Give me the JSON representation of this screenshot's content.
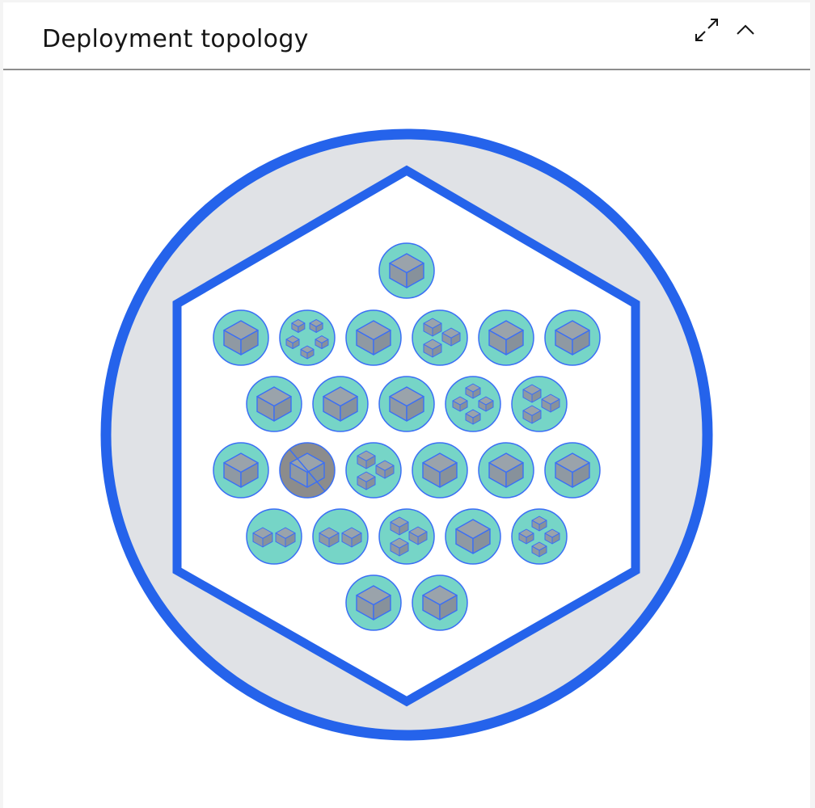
{
  "header": {
    "title": "Deployment topology",
    "expand_icon": "maximize-icon",
    "collapse_icon": "chevron-up-icon"
  },
  "colors": {
    "ring": "#2563eb",
    "ring_fill": "#e0e2e6",
    "hexagon_stroke": "#2563eb",
    "node_fill": "#76d5c7",
    "node_stroke": "#3b6ff5",
    "node_selected_fill": "#8c8c8c",
    "cube_fill": "#8f99a3",
    "cube_stroke": "#3b6ff5"
  },
  "topology": {
    "rows": [
      [
        {
          "cubes": 1
        }
      ],
      [
        {
          "cubes": 1
        },
        {
          "cubes": 5
        },
        {
          "cubes": 1
        },
        {
          "cubes": 3
        },
        {
          "cubes": 1
        },
        {
          "cubes": 1
        }
      ],
      [
        {
          "cubes": 1
        },
        {
          "cubes": 1
        },
        {
          "cubes": 1
        },
        {
          "cubes": 4
        },
        {
          "cubes": 3
        }
      ],
      [
        {
          "cubes": 1
        },
        {
          "cubes": 1,
          "selected": true
        },
        {
          "cubes": 3
        },
        {
          "cubes": 1
        },
        {
          "cubes": 1
        },
        {
          "cubes": 1
        }
      ],
      [
        {
          "cubes": 2
        },
        {
          "cubes": 2
        },
        {
          "cubes": 3
        },
        {
          "cubes": 1
        },
        {
          "cubes": 4
        }
      ],
      [
        {
          "cubes": 1
        },
        {
          "cubes": 1
        }
      ]
    ]
  }
}
